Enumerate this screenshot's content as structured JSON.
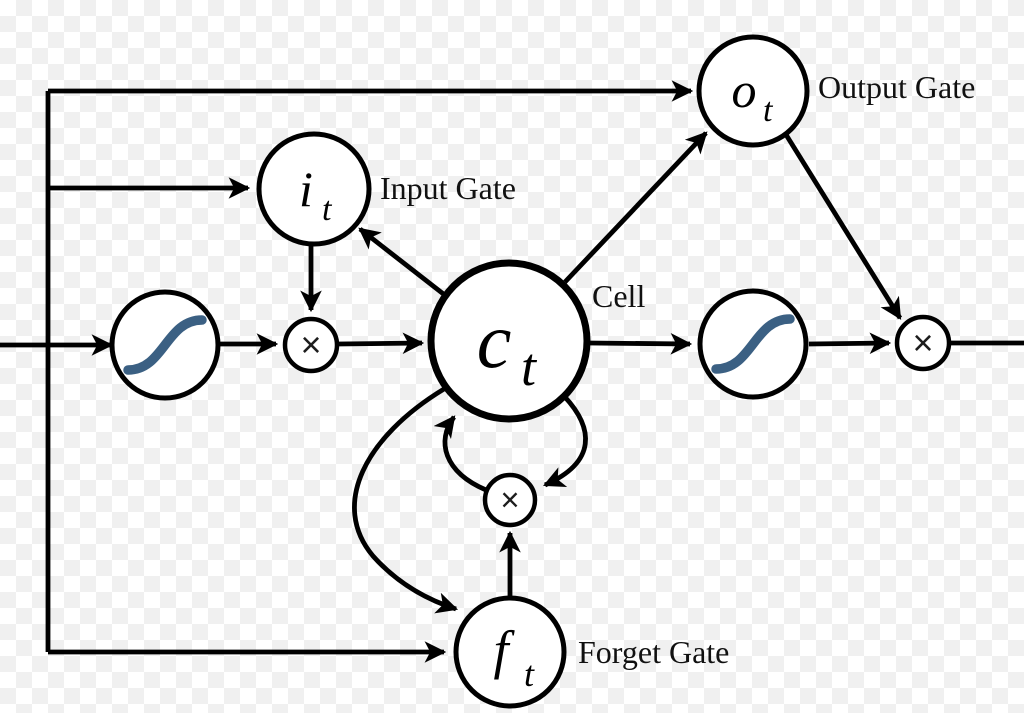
{
  "diagram": {
    "type": "LSTM cell diagram",
    "nodes": {
      "input_gate": {
        "symbol": "i",
        "subscript": "t",
        "annotation": "Input Gate"
      },
      "output_gate": {
        "symbol": "o",
        "subscript": "t",
        "annotation": "Output Gate"
      },
      "forget_gate": {
        "symbol": "f",
        "subscript": "t",
        "annotation": "Forget Gate"
      },
      "cell": {
        "symbol": "c",
        "subscript": "t",
        "annotation": "Cell"
      },
      "multiply_left": {
        "symbol": "×"
      },
      "multiply_right": {
        "symbol": "×"
      },
      "multiply_bottom": {
        "symbol": "×"
      },
      "sigmoid_left": {
        "icon": "sigmoid-curve"
      },
      "sigmoid_right": {
        "icon": "sigmoid-curve"
      }
    },
    "colors": {
      "stroke": "#000000",
      "sigmoid_curve": "#3b6083",
      "checker_light": "#ffffff",
      "checker_dark": "#f0f0f0"
    }
  }
}
